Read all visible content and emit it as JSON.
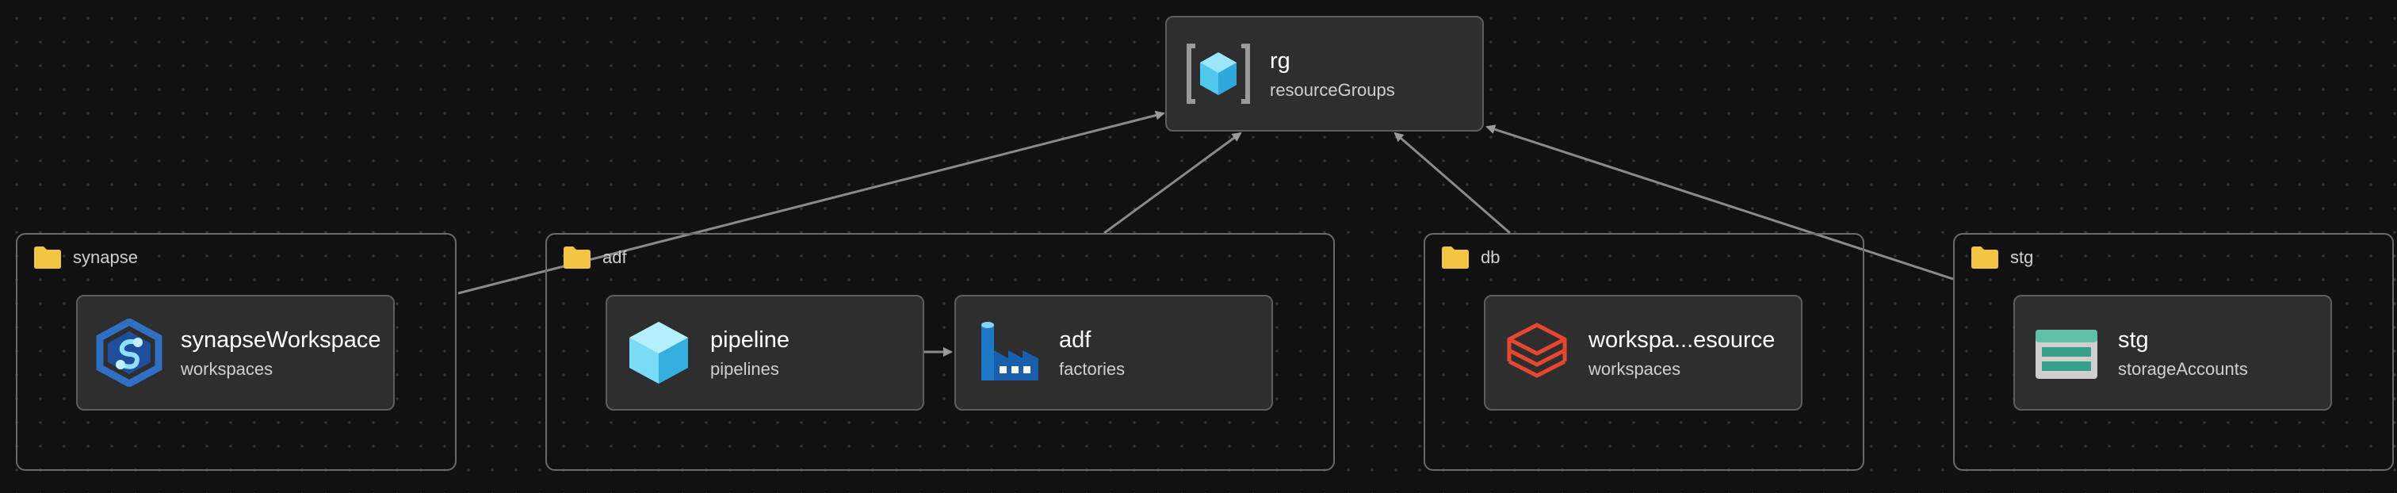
{
  "canvas": {
    "background": "#111111",
    "edge_color": "#9a9a9a"
  },
  "root_node": {
    "title": "rg",
    "type": "resourceGroups",
    "icon": "resource-group-icon"
  },
  "groups": [
    {
      "label": "synapse",
      "icon": "folder-icon",
      "nodes": [
        {
          "title": "synapseWorkspace",
          "type": "workspaces",
          "icon": "synapse-workspace-icon"
        }
      ]
    },
    {
      "label": "adf",
      "icon": "folder-icon",
      "nodes": [
        {
          "title": "pipeline",
          "type": "pipelines",
          "icon": "pipeline-cube-icon"
        },
        {
          "title": "adf",
          "type": "factories",
          "icon": "data-factory-icon"
        }
      ]
    },
    {
      "label": "db",
      "icon": "folder-icon",
      "nodes": [
        {
          "title": "workspa...esource",
          "type": "workspaces",
          "icon": "databricks-icon"
        }
      ]
    },
    {
      "label": "stg",
      "icon": "folder-icon",
      "nodes": [
        {
          "title": "stg",
          "type": "storageAccounts",
          "icon": "storage-account-icon"
        }
      ]
    }
  ],
  "edges": [
    {
      "from": "synapse",
      "to": "rg"
    },
    {
      "from": "adf",
      "to": "rg"
    },
    {
      "from": "db",
      "to": "rg"
    },
    {
      "from": "stg",
      "to": "rg"
    },
    {
      "from": "pipeline",
      "to": "adf"
    }
  ]
}
